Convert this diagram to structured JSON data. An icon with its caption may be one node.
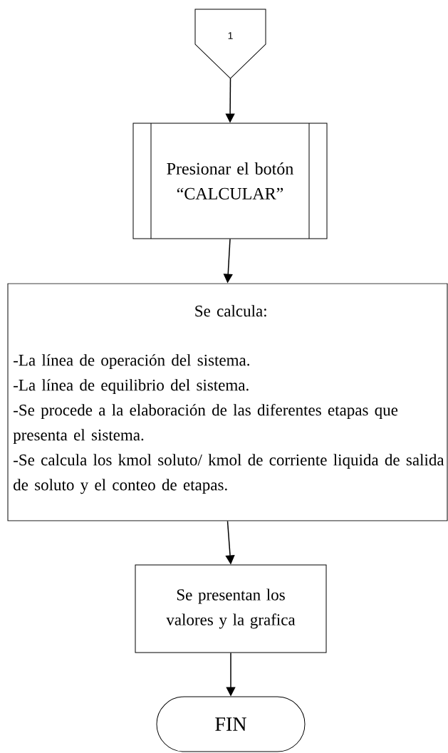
{
  "diagram": {
    "nodes": [
      {
        "text": [
          "1"
        ]
      },
      {
        "text": [
          "Presionar el botón “CALCULAR”"
        ]
      },
      {
        "text": [
          "Se calcula:",
          "-La línea de operación del sistema.",
          "-La línea de equilibrio del sistema.",
          "-Se procede a la elaboración de las diferentes etapas que presenta el sistema.",
          "-Se calcula los kmol soluto/ kmol de corriente liquida de salida de soluto y el conteo de etapas."
        ]
      },
      {
        "text": [
          "Se presentan los valores y la grafica"
        ]
      },
      {
        "text": [
          "FIN"
        ]
      }
    ],
    "edges": [
      {
        "from": 0,
        "to": 1,
        "arrow": "to"
      },
      {
        "from": 1,
        "to": 2,
        "arrow": "to"
      },
      {
        "from": 2,
        "to": 3,
        "arrow": "to"
      },
      {
        "from": 3,
        "to": 4,
        "arrow": "to"
      }
    ]
  }
}
